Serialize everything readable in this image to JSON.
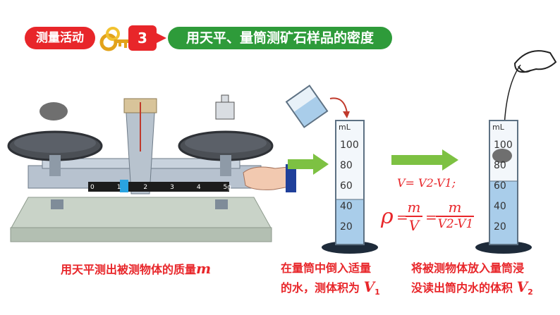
{
  "header": {
    "activity_label": "测量活动",
    "step_number": "3",
    "task_title": "用天平、量筒测矿石样品的密度"
  },
  "cylinder_scale": [
    "100",
    "80",
    "60",
    "40",
    "20"
  ],
  "cylinder_unit": "mL",
  "balance_scale": [
    "0",
    "1",
    "2",
    "3",
    "4",
    "5g"
  ],
  "formula": {
    "volume_line": "V= V2-V1;",
    "rho": "ρ",
    "m": "m",
    "V": "V",
    "denominator": "V2-V1"
  },
  "captions": {
    "balance": "用天平测出被测物体的质量",
    "balance_symbol": "m",
    "pour_line1": "在量筒中倒入适量",
    "pour_line2": "的水，测体积为",
    "pour_symbol": "V",
    "pour_sub": "1",
    "immerse_line1": "将被测物体放入量筒浸",
    "immerse_line2": "没读出筒内水的体积",
    "immerse_symbol": "V",
    "immerse_sub": "2"
  },
  "colors": {
    "red": "#e8262a",
    "green": "#2e9b3a",
    "water": "#a9cdea"
  }
}
